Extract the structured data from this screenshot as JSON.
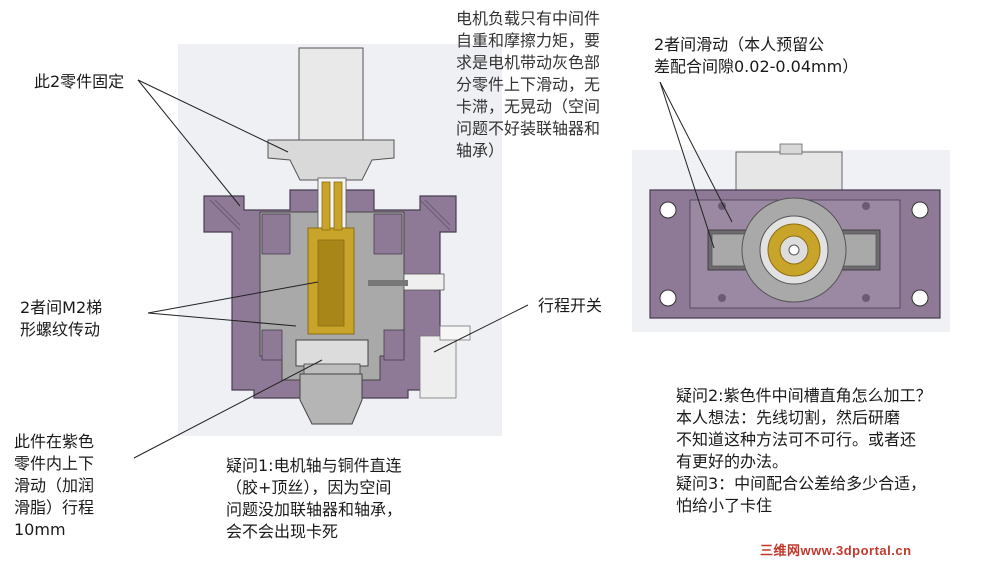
{
  "annotations": {
    "motor_load": [
      "电机负载只有中间件",
      "自重和摩擦力矩，要",
      "求是电机带动灰色部",
      "分零件上下滑动，无",
      "卡滞，无晃动（空间",
      "问题不好装联轴器和",
      "轴承）"
    ],
    "fixed_parts": "此2零件固定",
    "slide_pair": [
      "2者间滑动（本人预留公",
      "差配合间隙0.02-0.04mm）"
    ],
    "screw_drive": [
      "2者间M2梯",
      "形螺纹传动"
    ],
    "travel_switch": "行程开关",
    "sliding_part": [
      "此件在紫色",
      "零件内上下",
      "滑动（加润",
      "滑脂）行程",
      "10mm"
    ],
    "question1": [
      "疑问1:电机轴与铜件直连",
      "（胶+顶丝），因为空间",
      "问题没加联轴器和轴承，",
      "会不会出现卡死"
    ],
    "question2": [
      "疑问2:紫色件中间槽直角怎么加工？",
      "本人想法：先线切割，然后研磨",
      "不知道这种方法可不可行。或者还",
      "有更好的办法。",
      "疑问3：中间配合公差给多少合适，",
      "怕给小了卡住"
    ]
  },
  "watermark": "三维网www.3dportal.cn",
  "colors": {
    "purple": "#8e7a96",
    "purple_dark": "#6b5a73",
    "gray": "#a9a9a9",
    "gray_light": "#cfcfcf",
    "brass": "#c8a52a",
    "brass_dark": "#8c6d12"
  }
}
